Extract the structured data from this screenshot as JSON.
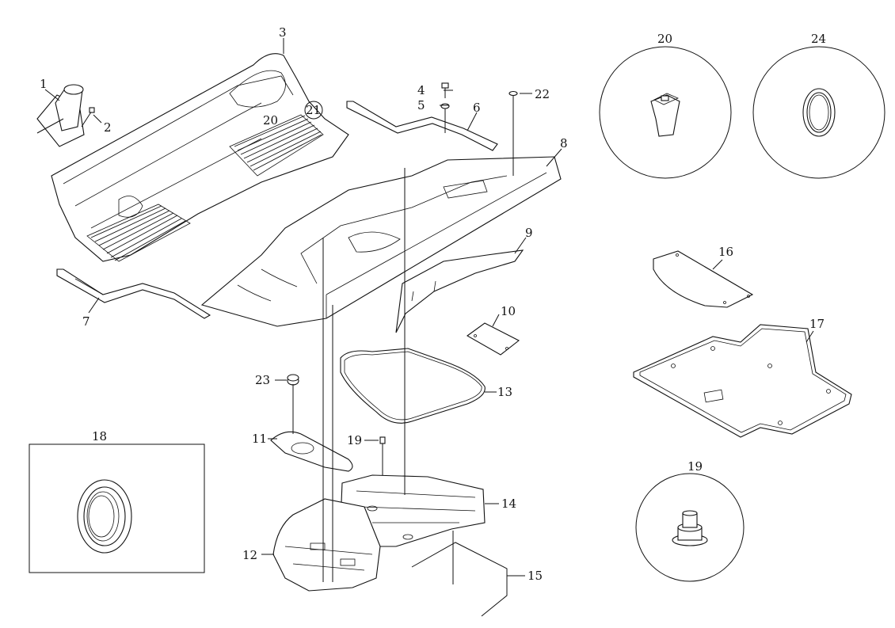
{
  "diagram": {
    "callouts": {
      "c1": "1",
      "c2": "2",
      "c3": "3",
      "c4": "4",
      "c5": "5",
      "c6": "6",
      "c7": "7",
      "c8": "8",
      "c9": "9",
      "c10": "10",
      "c11": "11",
      "c12": "12",
      "c13": "13",
      "c14": "14",
      "c15": "15",
      "c16": "16",
      "c17": "17",
      "c18": "18",
      "c19a": "19",
      "c19b": "19",
      "c20a": "20",
      "c20b": "20",
      "c21": "21",
      "c22": "22",
      "c23": "23",
      "c24": "24"
    }
  }
}
